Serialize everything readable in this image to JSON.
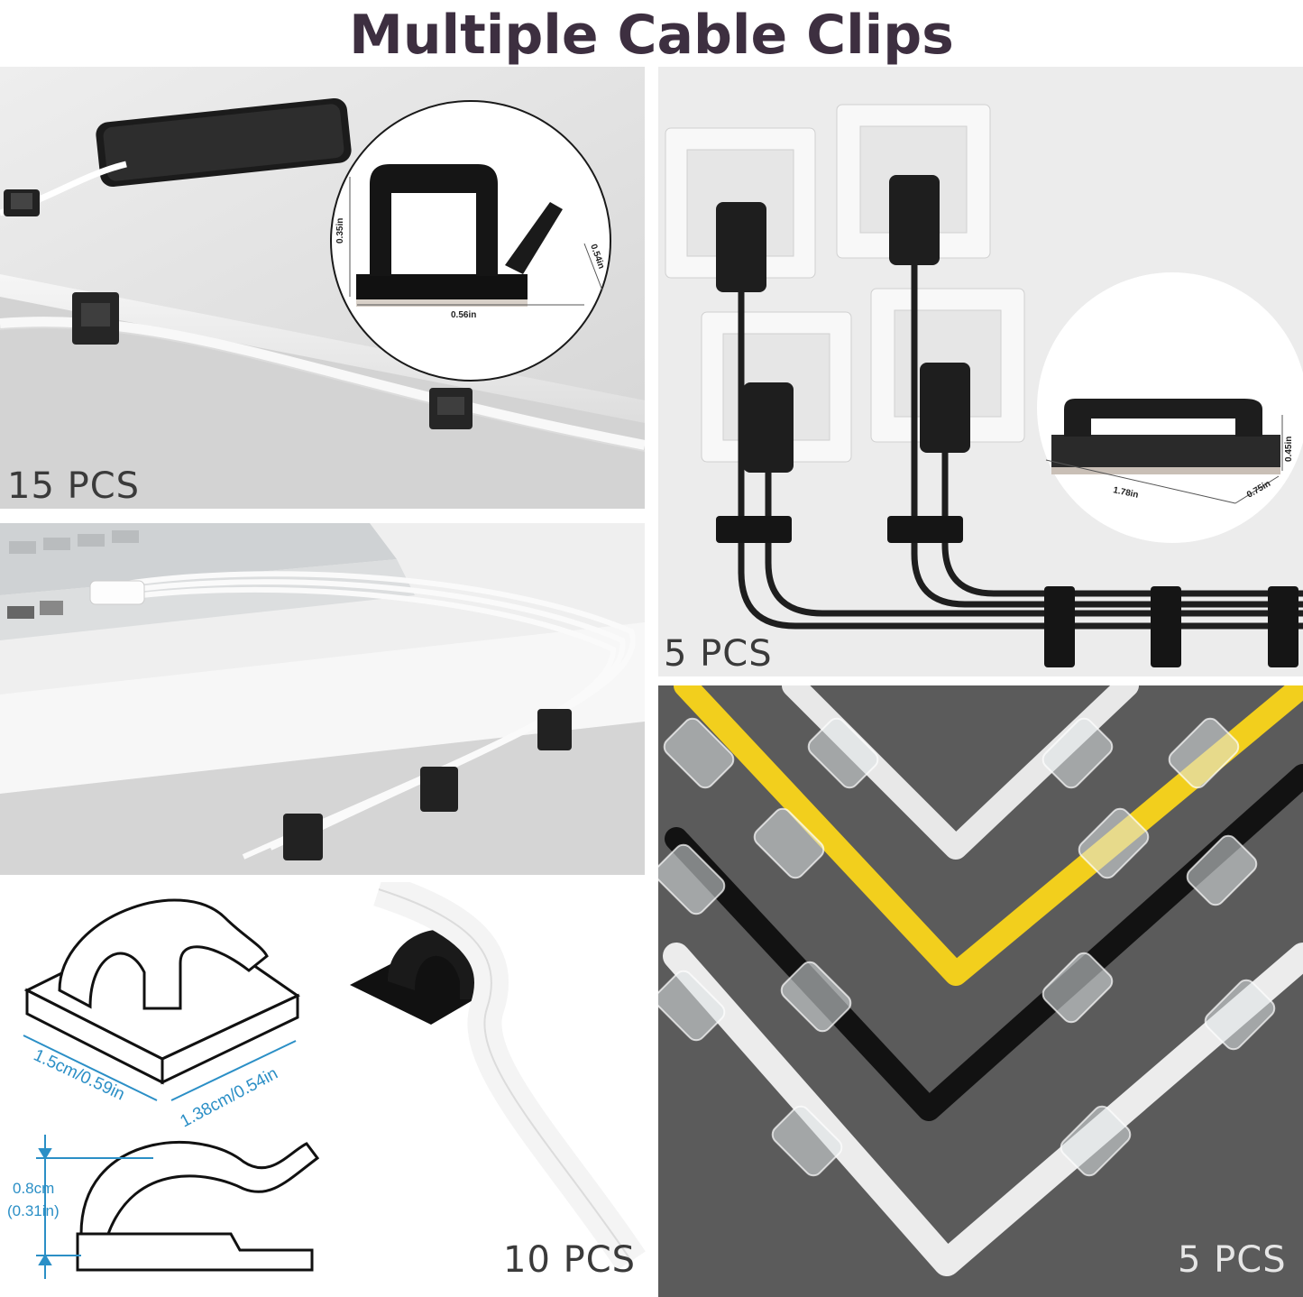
{
  "title": "Multiple Cable Clips",
  "panels": [
    {
      "id": "desk-clips",
      "quantity_label": "15 PCS",
      "dimensions": {
        "height": "0.35in",
        "depth": "0.54in",
        "width": "0.56in"
      }
    },
    {
      "id": "socket-clips",
      "quantity_label": "5 PCS",
      "dimensions": {
        "height": "0.45in",
        "length": "1.78in",
        "width": "0.75in"
      }
    },
    {
      "id": "laptop-clips"
    },
    {
      "id": "adhesive-clips",
      "quantity_label": "10 PCS",
      "dimensions": {
        "length": "1.5cm/0.59in",
        "width": "1.38cm/0.54in",
        "height_cm": "0.8cm",
        "height_in": "(0.31in)"
      }
    },
    {
      "id": "transparent-clips",
      "quantity_label": "5 PCS"
    }
  ],
  "colors": {
    "title": "#3d2f40",
    "dimension_blue": "#2b8fc6",
    "clip_black": "#1c1c1c",
    "cable_yellow": "#f2cf1d"
  }
}
